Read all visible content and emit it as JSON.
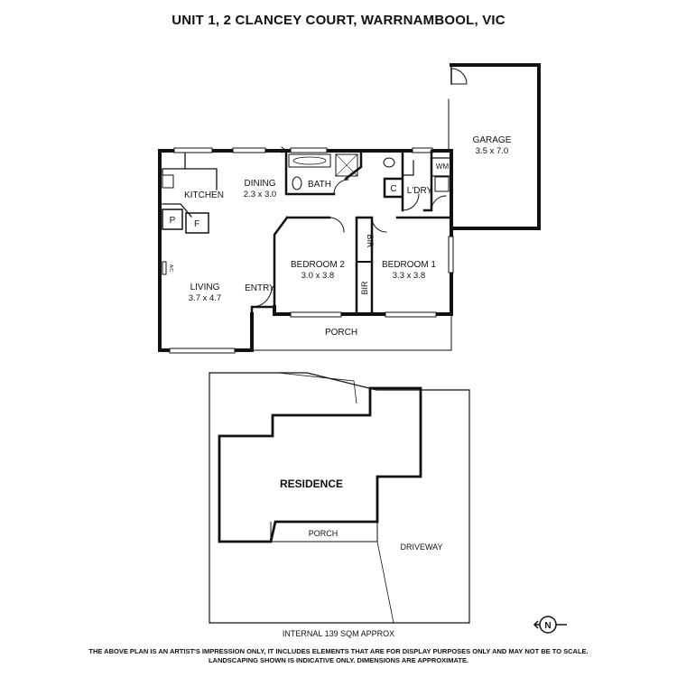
{
  "title": "UNIT 1, 2 CLANCEY COURT, WARRNAMBOOL, VIC",
  "floorplan": {
    "rooms": {
      "garage": {
        "name": "GARAGE",
        "dims": "3.5 x 7.0"
      },
      "dining": {
        "name": "DINING",
        "dims": "2.3 x 3.0"
      },
      "kitchen": {
        "name": "KITCHEN"
      },
      "bath": {
        "name": "BATH"
      },
      "cupboard": {
        "name": "C"
      },
      "laundry": {
        "name": "L'DRY"
      },
      "wm": {
        "name": "WM"
      },
      "pantry": {
        "name": "P"
      },
      "fridge": {
        "name": "F"
      },
      "bedroom2": {
        "name": "BEDROOM 2",
        "dims": "3.0 x 3.8"
      },
      "bedroom1": {
        "name": "BEDROOM 1",
        "dims": "3.3 x 3.8"
      },
      "bir_top": {
        "name": "BIR"
      },
      "bir_bottom": {
        "name": "BIR"
      },
      "living": {
        "name": "LIVING",
        "dims": "3.7 x 4.7"
      },
      "entry": {
        "name": "ENTRY"
      },
      "ac": {
        "name": "A/C"
      },
      "porch": {
        "name": "PORCH"
      }
    }
  },
  "siteplan": {
    "residence": "RESIDENCE",
    "porch": "PORCH",
    "driveway": "DRIVEWAY"
  },
  "compass": {
    "letter": "N"
  },
  "internal_area": "INTERNAL 139 SQM APPROX",
  "disclaimer": {
    "line1": "THE ABOVE PLAN IS AN ARTIST'S IMPRESSION ONLY, IT INCLUDES ELEMENTS THAT ARE FOR DISPLAY PURPOSES ONLY AND MAY NOT BE TO SCALE.",
    "line2": "LANDSCAPING SHOWN IS INDICATIVE ONLY. DIMENSIONS ARE APPROXIMATE."
  }
}
